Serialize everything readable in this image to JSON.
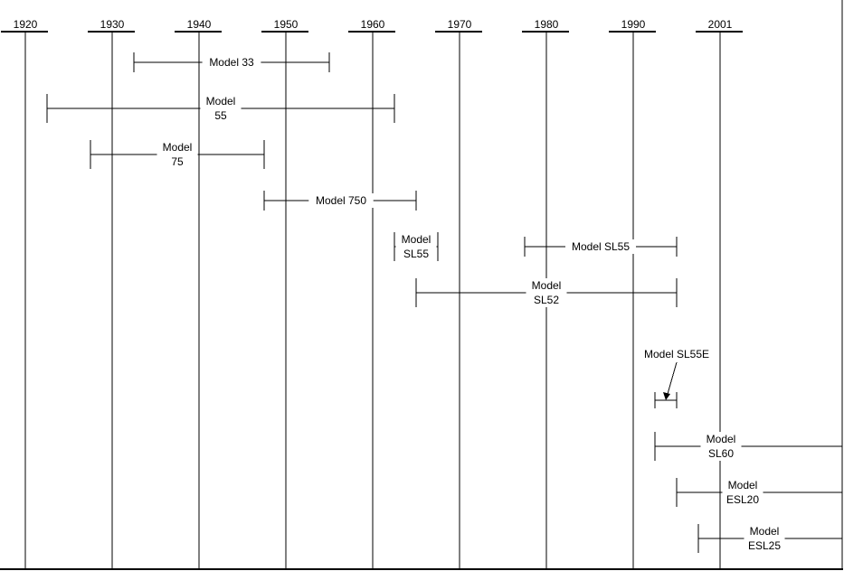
{
  "years": [
    "1920",
    "1930",
    "1940",
    "1950",
    "1960",
    "1970",
    "1980",
    "1990",
    "2001"
  ],
  "models": [
    {
      "id": "model-33",
      "lines": [
        "Model 33"
      ]
    },
    {
      "id": "model-55",
      "lines": [
        "Model",
        "55"
      ]
    },
    {
      "id": "model-75",
      "lines": [
        "Model",
        "75"
      ]
    },
    {
      "id": "model-750",
      "lines": [
        "Model 750"
      ]
    },
    {
      "id": "model-sl55-early",
      "lines": [
        "Model",
        "SL55"
      ]
    },
    {
      "id": "model-sl55-late",
      "lines": [
        "Model SL55"
      ]
    },
    {
      "id": "model-sl52",
      "lines": [
        "Model",
        "SL52"
      ]
    },
    {
      "id": "model-sl55e",
      "lines": [
        "Model SL55E"
      ]
    },
    {
      "id": "model-sl60",
      "lines": [
        "Model",
        "SL60"
      ]
    },
    {
      "id": "model-esl20",
      "lines": [
        "Model",
        "ESL20"
      ]
    },
    {
      "id": "model-esl25",
      "lines": [
        "Model",
        "ESL25"
      ]
    }
  ]
}
